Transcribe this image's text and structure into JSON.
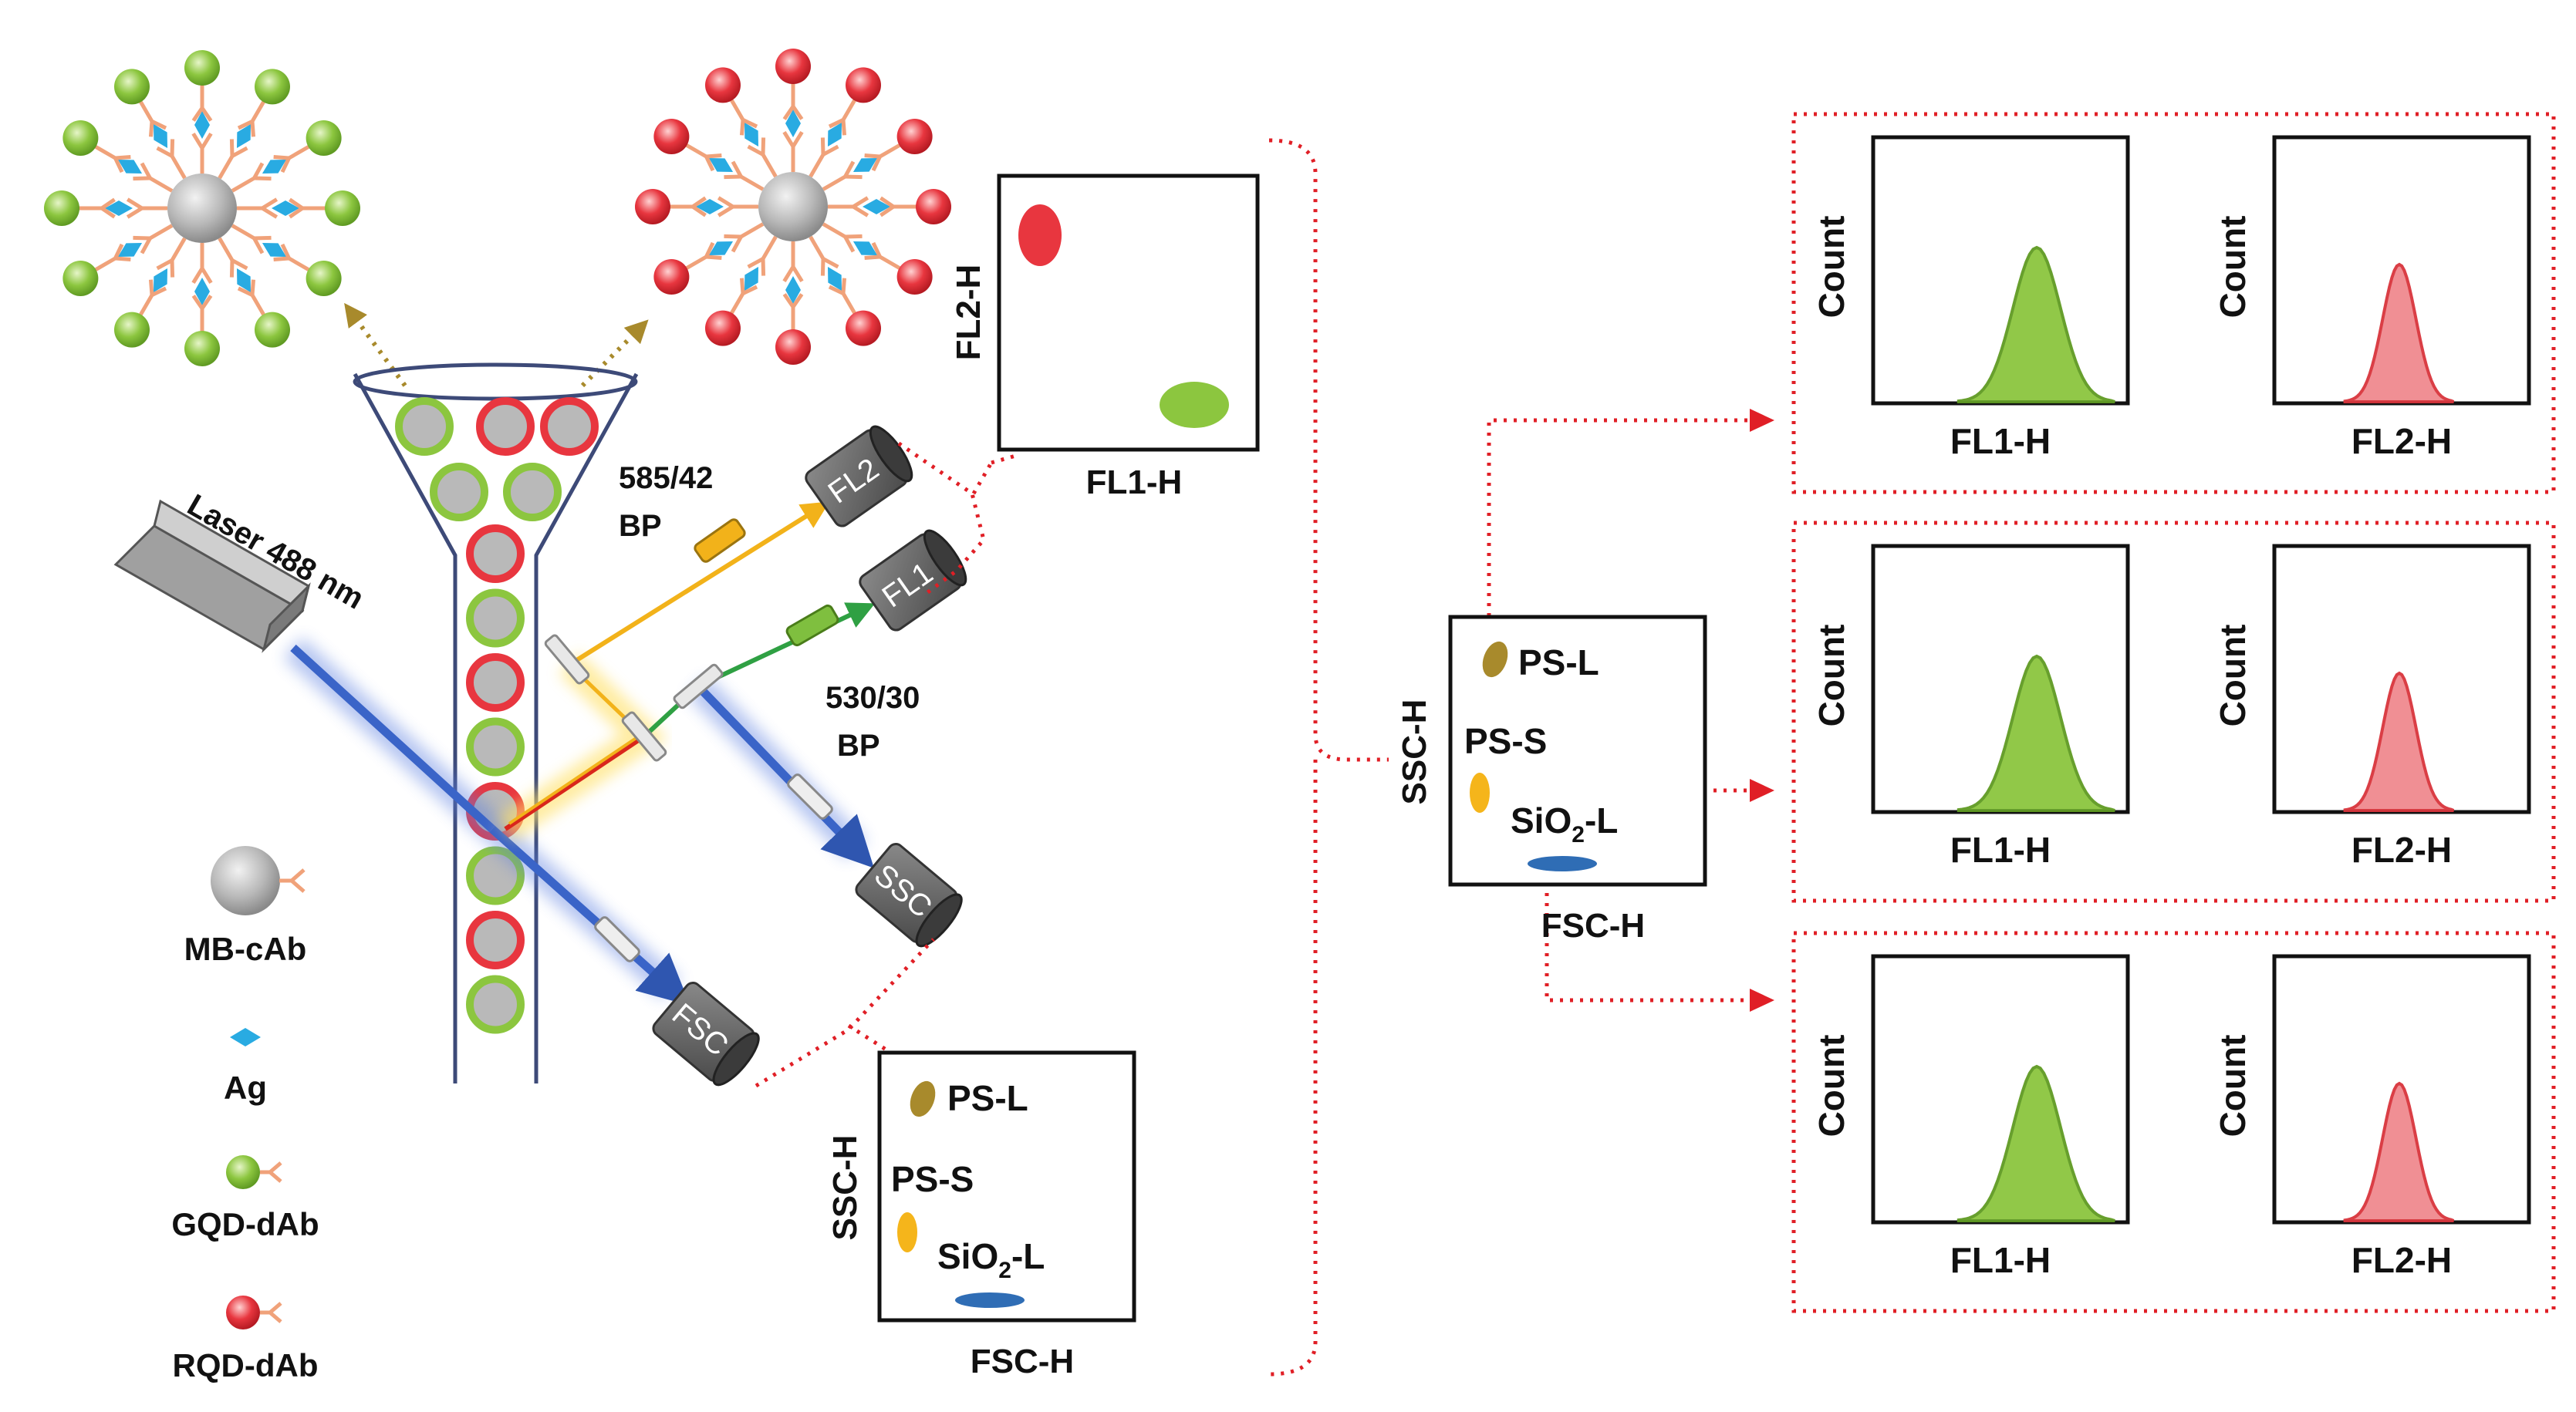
{
  "colors": {
    "green": "#8cc63f",
    "red": "#e8363f",
    "silver": "#b8b8b8",
    "ag_blue": "#29abe2",
    "antibody": "#f0a27a",
    "laser_blue": "#3a64c8",
    "dotted_red": "#e01f26",
    "ps_l": "#a88a2c",
    "ps_s": "#f5b51b",
    "sio2": "#2f6db5",
    "hist_green": "#8cc63f",
    "hist_red": "#f08a8f"
  },
  "laser": {
    "label": "Laser 488 nm"
  },
  "filters": {
    "fl2_filter": {
      "line1": "585/42",
      "line2": "BP"
    },
    "fl1_filter": {
      "line1": "530/30",
      "line2": "BP"
    }
  },
  "detectors": {
    "fl2": "FL2",
    "fl1": "FL1",
    "ssc": "SSC",
    "fsc": "FSC"
  },
  "legend": [
    {
      "id": "mb",
      "label": "MB-cAb",
      "icon": "magnetic-bead-icon"
    },
    {
      "id": "ag",
      "label": "Ag",
      "icon": "antigen-diamond-icon"
    },
    {
      "id": "gqd",
      "label": "GQD-dAb",
      "icon": "green-quantum-dot-icon"
    },
    {
      "id": "rqd",
      "label": "RQD-dAb",
      "icon": "red-quantum-dot-icon"
    }
  ],
  "plots": {
    "fl_scatter": {
      "xlabel": "FL1-H",
      "ylabel": "FL2-H"
    },
    "bead_scatter_small": {
      "xlabel": "FSC-H",
      "ylabel": "SSC-H",
      "ps_l": "PS-L",
      "ps_s": "PS-S",
      "sio2_base": "SiO",
      "sio2_sub": "2",
      "sio2_tail": "-L"
    },
    "bead_scatter_center": {
      "xlabel": "FSC-H",
      "ylabel": "SSC-H",
      "ps_l": "PS-L",
      "ps_s": "PS-S",
      "sio2_base": "SiO",
      "sio2_sub": "2",
      "sio2_tail": "-L"
    }
  },
  "histograms": [
    {
      "fl1": {
        "xlabel": "FL1-H",
        "ylabel": "Count"
      },
      "fl2": {
        "xlabel": "FL2-H",
        "ylabel": "Count"
      }
    },
    {
      "fl1": {
        "xlabel": "FL1-H",
        "ylabel": "Count"
      },
      "fl2": {
        "xlabel": "FL2-H",
        "ylabel": "Count"
      }
    },
    {
      "fl1": {
        "xlabel": "FL1-H",
        "ylabel": "Count"
      },
      "fl2": {
        "xlabel": "FL2-H",
        "ylabel": "Count"
      }
    }
  ]
}
